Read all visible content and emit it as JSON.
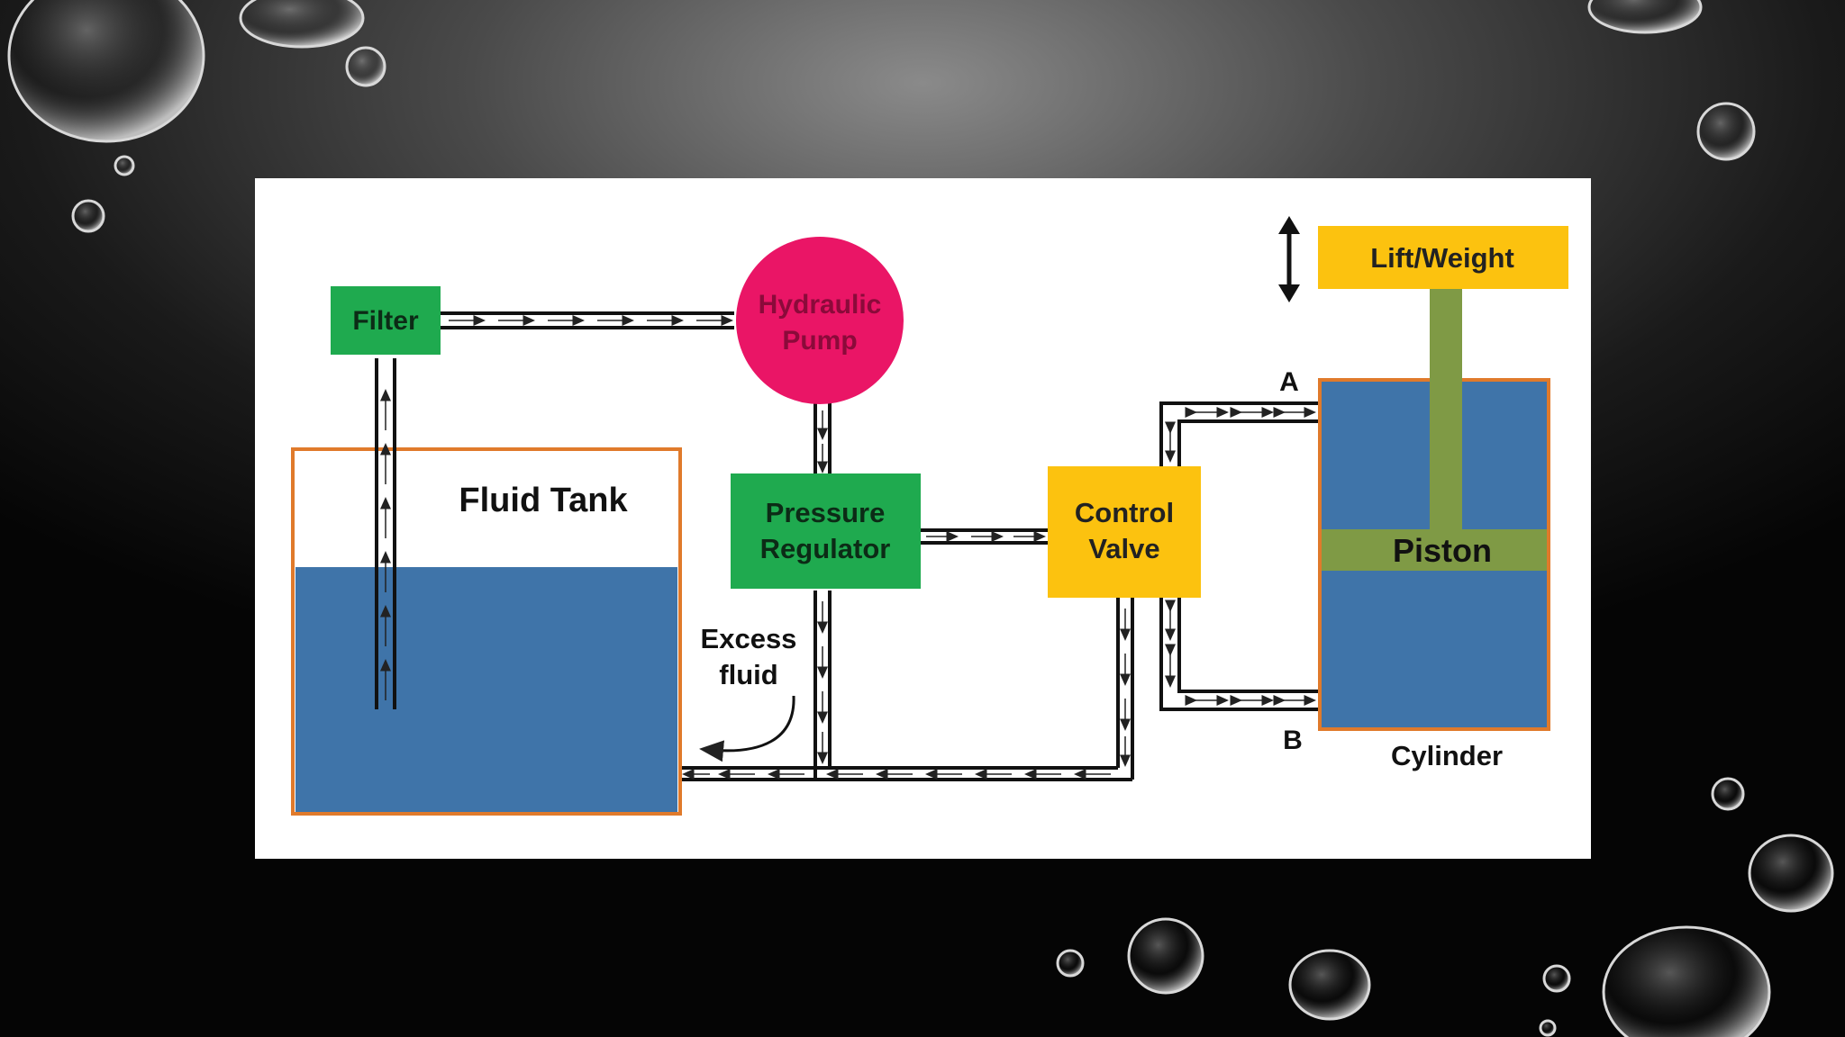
{
  "diagram": {
    "filter": {
      "label": "Filter",
      "color": "#1faa4f"
    },
    "pump": {
      "line1": "Hydraulic",
      "line2": "Pump",
      "color": "#ea1566",
      "text_color": "#8b0a3a"
    },
    "pressure_regulator": {
      "line1": "Pressure",
      "line2": "Regulator",
      "color": "#1faa4f"
    },
    "control_valve": {
      "line1": "Control",
      "line2": "Valve",
      "color": "#fcc20f"
    },
    "lift_weight": {
      "label": "Lift/Weight",
      "color": "#fcc20f"
    },
    "tank": {
      "label": "Fluid Tank",
      "fluid_color": "#3f74a9",
      "border_color": "#e07a2b"
    },
    "piston": {
      "label": "Piston",
      "color": "#7f9a45"
    },
    "cylinder": {
      "label": "Cylinder"
    },
    "port_a": "A",
    "port_b": "B",
    "excess": {
      "line1": "Excess",
      "line2": "fluid"
    }
  }
}
